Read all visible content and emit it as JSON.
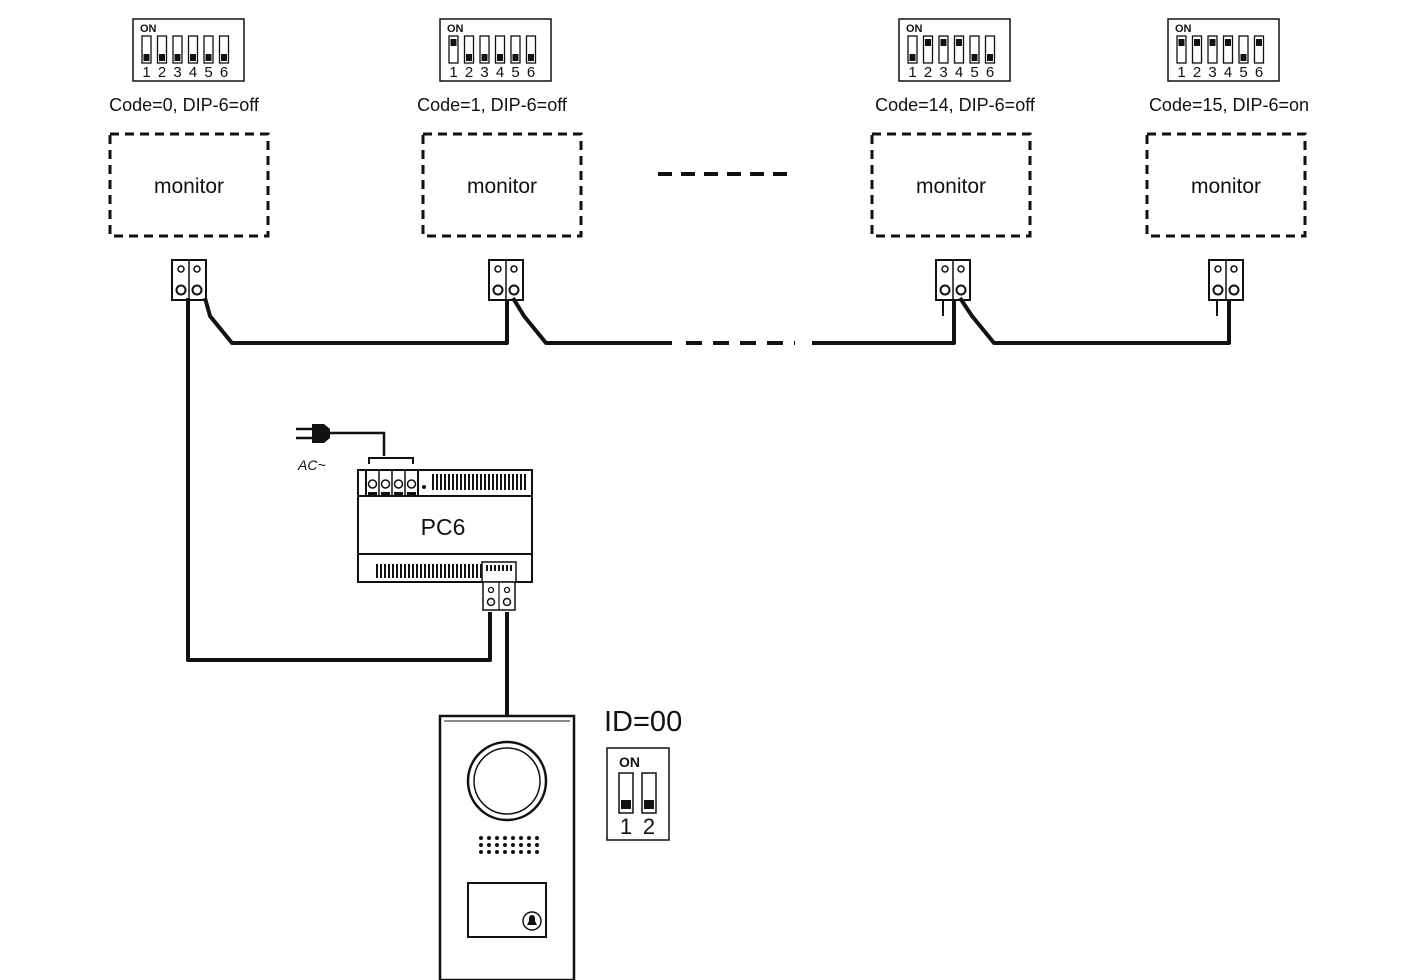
{
  "monitors": [
    {
      "dip_on_label": "ON",
      "dip_numbers": [
        "1",
        "2",
        "3",
        "4",
        "5",
        "6"
      ],
      "dip_state": [
        false,
        false,
        false,
        false,
        false,
        false
      ],
      "code_label": "Code=0, DIP-6=off",
      "label": "monitor"
    },
    {
      "dip_on_label": "ON",
      "dip_numbers": [
        "1",
        "2",
        "3",
        "4",
        "5",
        "6"
      ],
      "dip_state": [
        true,
        false,
        false,
        false,
        false,
        false
      ],
      "code_label": "Code=1, DIP-6=off",
      "label": "monitor"
    },
    {
      "dip_on_label": "ON",
      "dip_numbers": [
        "1",
        "2",
        "3",
        "4",
        "5",
        "6"
      ],
      "dip_state": [
        false,
        true,
        true,
        true,
        false,
        false
      ],
      "code_label": "Code=14, DIP-6=off",
      "label": "monitor"
    },
    {
      "dip_on_label": "ON",
      "dip_numbers": [
        "1",
        "2",
        "3",
        "4",
        "5",
        "6"
      ],
      "dip_state": [
        true,
        true,
        true,
        true,
        false,
        true
      ],
      "code_label": "Code=15, DIP-6=on",
      "label": "monitor"
    }
  ],
  "power_supply": {
    "label": "PC6",
    "ac_label": "AC~"
  },
  "door_station": {
    "id_label": "ID=00",
    "dip_on_label": "ON",
    "dip_numbers": [
      "1",
      "2"
    ],
    "dip_state": [
      false,
      false
    ]
  },
  "colors": {
    "line": "#111111",
    "background": "#ffffff"
  }
}
